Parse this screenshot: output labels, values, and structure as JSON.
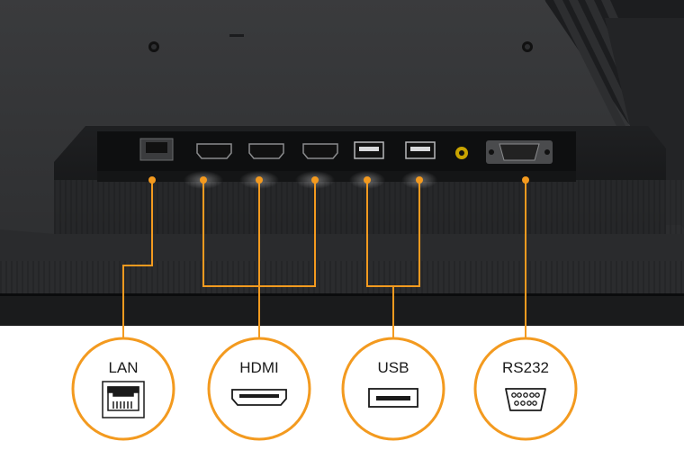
{
  "accent_color": "#f39a1f",
  "device_colors": {
    "panel": "#2c2d2f",
    "recess": "#161718",
    "edge": "#0e0f10"
  },
  "ports": [
    {
      "label": "LAN",
      "icon": "rj45-lan-port-icon"
    },
    {
      "label": "HDMI",
      "icon": "hdmi-port-icon"
    },
    {
      "label": "USB",
      "icon": "usb-port-icon"
    },
    {
      "label": "RS232",
      "icon": "db9-rs232-port-icon"
    }
  ]
}
